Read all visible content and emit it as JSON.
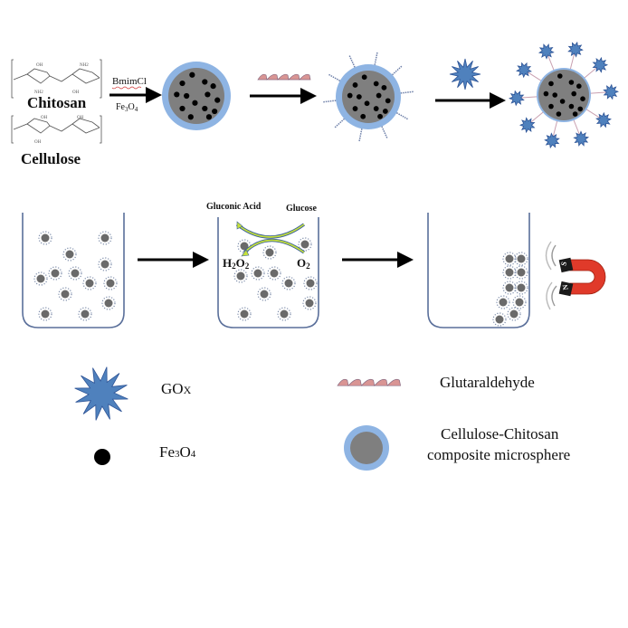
{
  "reagents": {
    "chitosan": "Chitosan",
    "cellulose": "Cellulose",
    "solvent": "BmimCl",
    "magnetic": {
      "base": "Fe",
      "sub1": "3",
      "mid": "O",
      "sub2": "4"
    }
  },
  "reaction": {
    "product": "Gluconic Acid",
    "substrate": "Glucose",
    "h2o2": {
      "a": "H",
      "s1": "2",
      "b": "O",
      "s2": "2"
    },
    "o2": {
      "a": "O",
      "s1": "2"
    }
  },
  "magnet": {
    "south": "S",
    "north": "N"
  },
  "legend": {
    "gox": {
      "base": "GO",
      "suffix": "X"
    },
    "fe3o4": {
      "base": "Fe",
      "sub1": "3",
      "mid": "O",
      "sub2": "4"
    },
    "glutaraldehyde": "Glutaraldehyde",
    "microsphere_line1": "Cellulose-Chitosan",
    "microsphere_line2": "composite microsphere"
  },
  "colors": {
    "shell": "#8eb4e3",
    "core": "#7f7f7f",
    "particle": "#000000",
    "enzyme": "#4f81bd",
    "linker": "#d99594",
    "beaker": "#5a6f9a",
    "magnet_red": "#e03a2a",
    "arrow_yellow": "#c6e03a"
  }
}
